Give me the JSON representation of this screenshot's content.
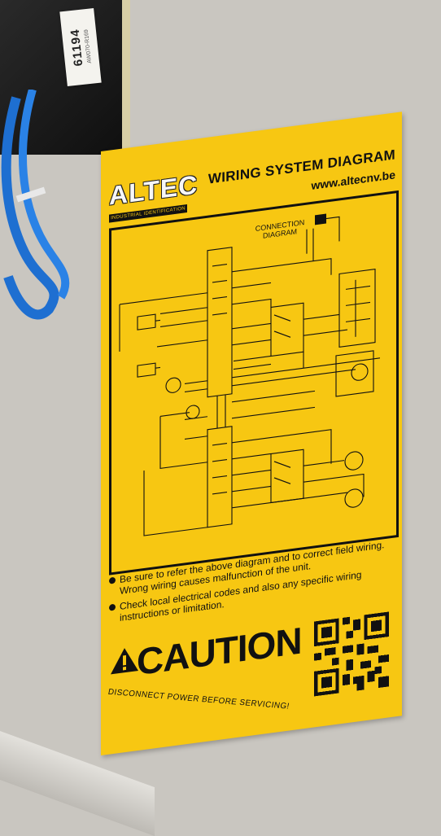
{
  "tag": {
    "number": "61194",
    "code": "AW070-R169"
  },
  "sign": {
    "logo": "ALTEC",
    "logo_tagline": "INDUSTRIAL IDENTIFICATION",
    "title": "WIRING SYSTEM DIAGRAM",
    "website": "www.altecnv.be",
    "diagram_label": "CONNECTION DIAGRAM",
    "notes": [
      "Be sure to refer the above diagram and to correct field wiring. Wrong wiring causes malfunction of the unit.",
      "Check local electrical codes and also any specific wiring instructions or limitation."
    ],
    "caution": "CAUTION",
    "disconnect": "DISCONNECT POWER BEFORE SERVICING!"
  },
  "colors": {
    "sign_yellow": "#f7c712",
    "ink": "#111111",
    "wall": "#c9c6c0",
    "cable": "#1e6fd1"
  }
}
